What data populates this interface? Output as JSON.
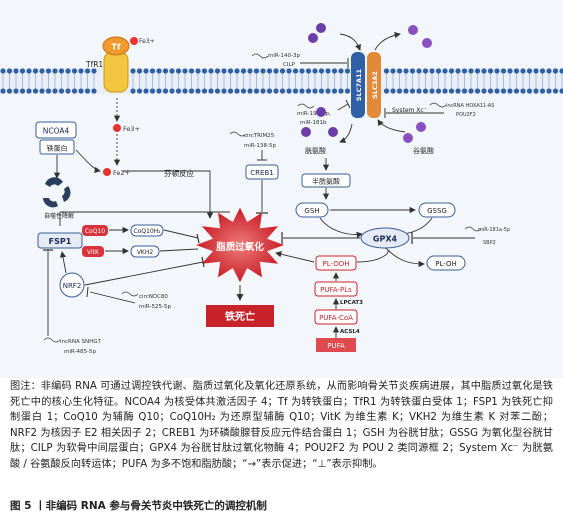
{
  "diagram": {
    "tf": "Tf",
    "fe3_top": "Fe3+",
    "tfr1": "TfR1",
    "fe3_inner": "Fe3+",
    "ncoa4": "NCOA4",
    "ferritin": "铁蛋白",
    "fe2": "Fe2+",
    "autophagy": "自噬性降解",
    "fenton": "芬顿反应",
    "circ_trim25": "circTRIM25",
    "mir138": "miR-138-5p",
    "creb1": "CREB1",
    "mir140": "miR-140-3p",
    "cilp": "CILP",
    "mir19b": "miR-19b-3p、",
    "mir181b": "miR-181b",
    "slc7a11": "SLC7A11",
    "slc3a2": "SLC3A2",
    "system_xc": "System Xc⁻",
    "hoxa11": "lncRNA HOXA11-AS",
    "pou2f2": "POU2F2",
    "cystine": "胱氨酸",
    "glutamate": "谷氨酸",
    "cysteine": "半胱氨酸",
    "gsh": "GSH",
    "gssg": "GSSG",
    "gpx4": "GPX4",
    "mir181a": "miR-181a-5p",
    "sbp2": "SBP2",
    "pl_oh": "PL-OH",
    "pl_ooh": "PL-OOH",
    "pufa_pls": "PUFA-PLs",
    "lpcat3": "LPCAT3",
    "pufa_coa": "PUFA-CoA",
    "acsl4": "ACSL4",
    "pufa": "PUFA",
    "lipid_perox": "脂质过氧化",
    "ferroptosis": "铁死亡",
    "fsp1": "FSP1",
    "coq10": "CoQ10",
    "coq10h2": "CoQ10H₂",
    "vitk": "VitK",
    "vkh2": "VKH2",
    "nrf2": "NRF2",
    "circ_ndc80": "circNDC80",
    "mir5253": "miR-525-5p",
    "snhg7": "lncRNA SNHG7",
    "mir485": "miR-485-5p"
  },
  "caption": "图注：非编码 RNA 可通过调控铁代谢、脂质过氧化及氧化还原系统，从而影响骨关节炎疾病进展，其中脂质过氧化是铁死亡中的核心生化特征。NCOA4 为核受体共激活因子 4；Tf 为转铁蛋白；TfR1 为转铁蛋白受体 1；FSP1 为铁死亡抑制蛋白 1；CoQ10 为辅酶 Q10；CoQ10H₂ 为还原型辅酶 Q10；VitK 为维生素 K；VKH2 为维生素 K 对苯二酚；NRF2 为核因子 E2 相关因子 2；CREB1 为环磷酸腺苷反应元件结合蛋白 1；GSH 为谷胱甘肽；GSSG 为氧化型谷胱甘肽；CILP 为软骨中间层蛋白；GPX4 为谷胱甘肽过氧化物酶 4；POU2F2 为 POU 2 类同源框 2；System Xc⁻ 为胱氨酸 / 谷氨酸反向转运体；PUFA 为多不饱和脂肪酸；“→”表示促进；“⊥”表示抑制。",
  "figure_title": "图 5 丨非编码 RNA 参与骨关节炎中铁死亡的调控机制"
}
